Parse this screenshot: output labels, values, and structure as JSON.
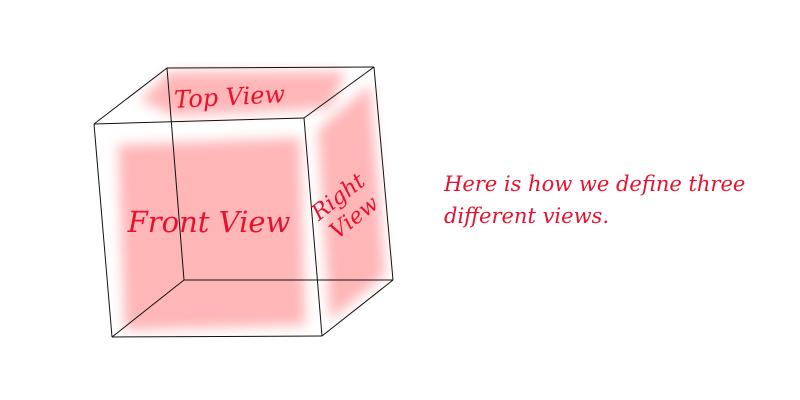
{
  "colors": {
    "label_text": "#e8112d",
    "face_fill": "#ff9ea0",
    "edge": "#111111"
  },
  "cube": {
    "top_label": "Top View",
    "front_label": "Front View",
    "right_label_line1": "Right",
    "right_label_line2": "View"
  },
  "caption": {
    "line1": "Here is how we define three",
    "line2": "different views."
  }
}
